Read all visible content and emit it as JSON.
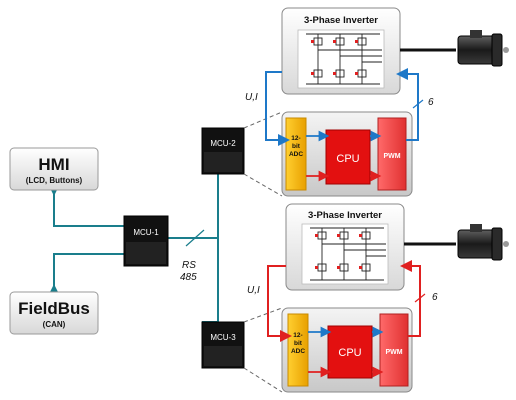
{
  "hmi": {
    "title": "HMI",
    "subtitle": "(LCD, Buttons)"
  },
  "fieldbus": {
    "title": "FieldBus",
    "subtitle": "(CAN)"
  },
  "mcu1": {
    "label": "MCU-1"
  },
  "mcu2": {
    "label": "MCU-2"
  },
  "mcu3": {
    "label": "MCU-3"
  },
  "bus": {
    "label_line1": "RS",
    "label_line2": "485"
  },
  "inverter_top": {
    "title": "3-Phase Inverter"
  },
  "inverter_bottom": {
    "title": "3-Phase Inverter"
  },
  "controller_top": {
    "adc_line1": "12-",
    "adc_line2": "bit",
    "adc_line3": "ADC",
    "cpu": "CPU",
    "pwm": "PWM",
    "feedback_label": "U,I",
    "pwm_lines_label": "6"
  },
  "controller_bottom": {
    "adc_line1": "12-",
    "adc_line2": "bit",
    "adc_line3": "ADC",
    "cpu": "CPU",
    "pwm": "PWM",
    "feedback_label": "U,I",
    "pwm_lines_label": "6"
  },
  "colors": {
    "bus_teal": "#1a7e8c",
    "blue_signal": "#1e78c8",
    "red_signal": "#e02020",
    "adc_yellow": "#f6b800",
    "cpu_red": "#e31010",
    "pwm_red": "#f04040"
  },
  "icons": {
    "motor_top": "servo-motor-icon",
    "motor_bottom": "servo-motor-icon"
  }
}
